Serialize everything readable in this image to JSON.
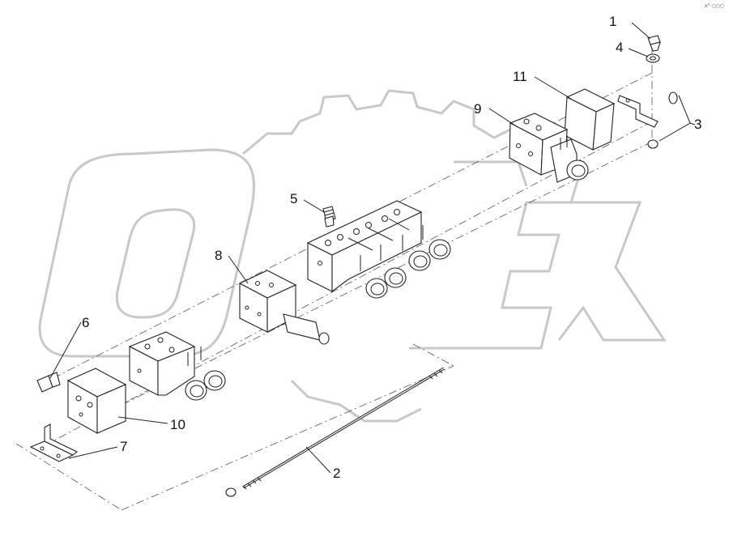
{
  "corner_mark": "x° ○○○",
  "watermark": {
    "logo_text": "OPEX"
  },
  "callouts": [
    {
      "id": "1",
      "text": "1"
    },
    {
      "id": "2",
      "text": "2"
    },
    {
      "id": "3",
      "text": "3"
    },
    {
      "id": "4",
      "text": "4"
    },
    {
      "id": "5",
      "text": "5"
    },
    {
      "id": "6",
      "text": "6"
    },
    {
      "id": "7",
      "text": "7"
    },
    {
      "id": "8",
      "text": "8"
    },
    {
      "id": "9",
      "text": "9"
    },
    {
      "id": "10",
      "text": "10"
    },
    {
      "id": "11",
      "text": "11"
    }
  ]
}
